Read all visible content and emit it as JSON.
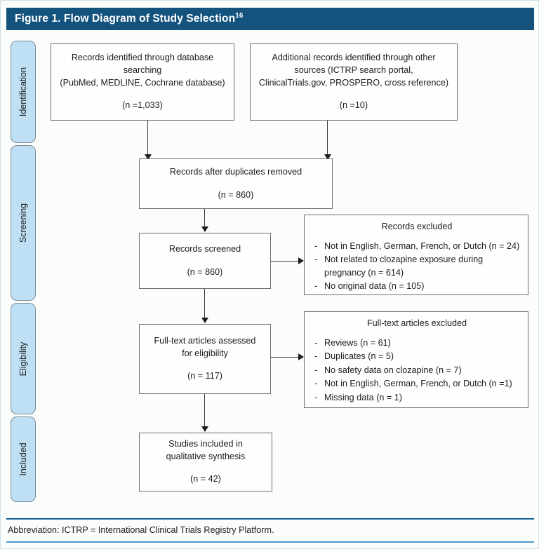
{
  "figure": {
    "title": "Figure 1. Flow Diagram of Study Selection",
    "title_superscript": "16"
  },
  "stages": [
    {
      "label": "Identification"
    },
    {
      "label": "Screening"
    },
    {
      "label": "Eligibility"
    },
    {
      "label": "Included"
    }
  ],
  "boxes": {
    "database_search": {
      "line1": "Records identified through database",
      "line2": "searching",
      "line3": "(PubMed, MEDLINE, Cochrane database)",
      "count": "(n =1,033)"
    },
    "other_sources": {
      "line1": "Additional records identified through other",
      "line2": "sources (ICTRP search portal,",
      "line3": "ClinicalTrials.gov, PROSPERO, cross reference)",
      "count": "(n =10)"
    },
    "duplicates_removed": {
      "line1": "Records after duplicates removed",
      "count": "(n = 860)"
    },
    "records_screened": {
      "line1": "Records screened",
      "count": "(n = 860)"
    },
    "fulltext_assessed": {
      "line1": "Full-text articles assessed",
      "line2": "for eligibility",
      "count": "(n = 117)"
    },
    "studies_included": {
      "line1": "Studies included in",
      "line2": "qualitative synthesis",
      "count": "(n = 42)"
    }
  },
  "excluded": {
    "records": {
      "heading": "Records excluded",
      "items": [
        "Not in English, German, French, or Dutch (n = 24)",
        "Not related to clozapine exposure during pregnancy (n = 614)",
        "No original data (n = 105)"
      ]
    },
    "fulltext": {
      "heading": "Full-text articles excluded",
      "items": [
        "Reviews (n = 61)",
        "Duplicates (n = 5)",
        "No safety data on clozapine (n = 7)",
        "Not in English, German, French, or Dutch (n =1)",
        "Missing data (n = 1)"
      ]
    }
  },
  "footer": {
    "abbreviation": "Abbreviation: ICTRP = International Clinical Trials Registry Platform."
  },
  "colors": {
    "title_bar": "#15537f",
    "stage_tab": "#bfe0f4",
    "rule_top": "#136096",
    "rule_bottom": "#4b9cca",
    "box_border": "#6e6e6e",
    "connector": "#3a3a3a"
  }
}
